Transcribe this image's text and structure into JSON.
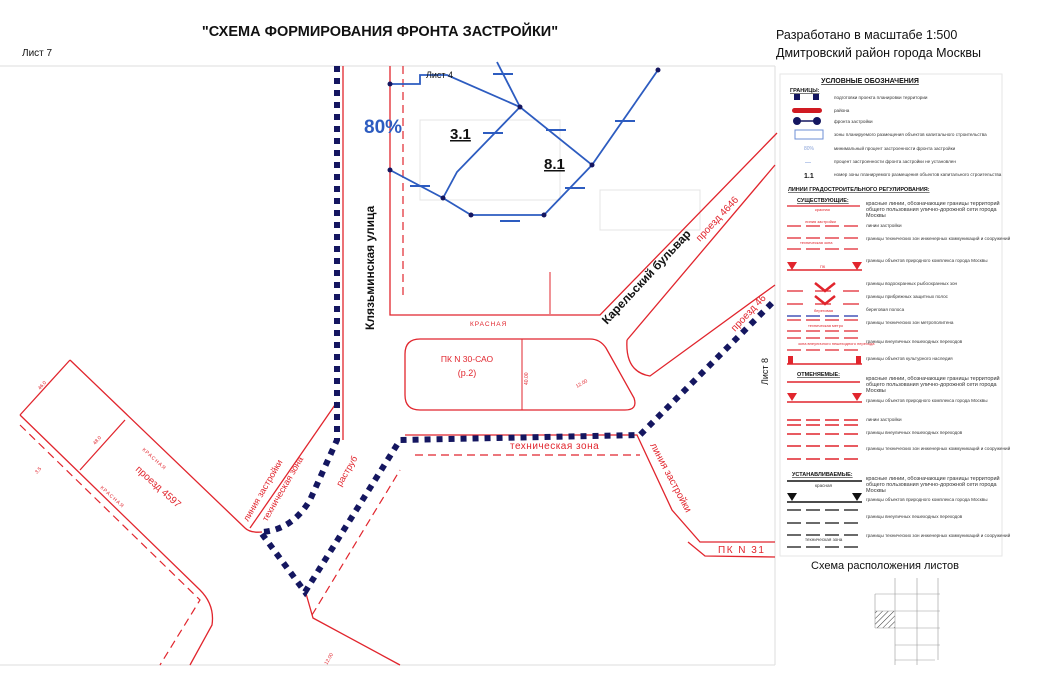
{
  "header": {
    "title": "\"СХЕМА ФОРМИРОВАНИЯ ФРОНТА ЗАСТРОЙКИ\"",
    "sheet": "Лист 7",
    "scale": "Разработано в масштабе 1:500",
    "district": "Дмитровский район города Москвы"
  },
  "colors": {
    "red": "#e1252d",
    "navy": "#141660",
    "blue": "#2d5cc0"
  },
  "map": {
    "sheet_4": "Лист 4",
    "sheet_8": "Лист 8",
    "percent": "80%",
    "zone_3_1": "3.1",
    "zone_8_1": "8.1",
    "street_klyazma": "Клязьминская улица",
    "boulevard": "Карельский бульвар",
    "proezd_4646": "проезд 4646",
    "proezd_46": "проезд 46",
    "proezd_4597": "проезд 4597",
    "red_line": "КРАСНАЯ",
    "pk30": "ПК N 30-САО",
    "pk30_sub": "(р.2)",
    "pk31": "ПК N 31",
    "tech_zone": "техническая зона",
    "build_line": "линия застройки",
    "rastrub": "раструб",
    "dims": [
      "12.00",
      "40.00",
      "46.0",
      "48.0",
      "3.5",
      "12.00"
    ]
  },
  "legend": {
    "title": "УСЛОВНЫЕ ОБОЗНАЧЕНИЯ",
    "borders_header": "ГРАНИЦЫ:",
    "borders": [
      "подготовки проекта планировки территории",
      "района",
      "фронта застройки",
      "зоны планируемого размещения объектов капитального строительства",
      "минимальный процент застроенности фронта застройки",
      "процент застроенности фронта застройки не установлен",
      "номер зоны планируемого размещения объектов капитального строительства"
    ],
    "sample_percent": "80%",
    "sample_dash": "—",
    "sample_zone": "1.1",
    "lines_header": "ЛИНИИ ГРАДОСТРОИТЕЛЬНОГО РЕГУЛИРОВАНИЯ:",
    "existing_header": "СУЩЕСТВУЮЩИЕ:",
    "existing": [
      "красные линии, обозначающие границы территорий общего пользования улично-дорожной сети города Москвы",
      "линии застройки",
      "границы технических зон инженерных коммуникаций и сооружений",
      "границы объектов природного комплекса города Москвы",
      "границы водоохранных рыбоохранных зон",
      "границы прибрежных защитных полос",
      "береговая полоса",
      "границы технических зон метрополитена",
      "границы внеуличных пешеходных переходов",
      "границы объектов культурного наследия"
    ],
    "cancelled_header": "ОТМЕНЯЕМЫЕ:",
    "cancelled": [
      "красные линии, обозначающие границы территорий общего пользования улично-дорожной сети города Москвы",
      "границы объектов природного комплекса города Москвы",
      "линии застройки",
      "границы внеуличных пешеходных переходов",
      "границы технических зон инженерных коммуникаций и сооружений"
    ],
    "established_header": "УСТАНАВЛИВАЕМЫЕ:",
    "established": [
      "красные линии, обозначающие границы территорий общего пользования улично-дорожной сети города Москвы",
      "границы объектов природного комплекса города Москвы",
      "границы внеуличных пешеходных переходов",
      "границы технических зон инженерных коммуникаций и сооружений"
    ],
    "sample_labels": {
      "red": "красная",
      "build": "линия застройки",
      "tech": "техническая зона",
      "pk": "ПК",
      "shore": "береговая",
      "metro": "техническая метро",
      "ped": "зона внеуличного пешеходного перехода"
    }
  },
  "sheet_scheme": {
    "title": "Схема расположения листов"
  }
}
